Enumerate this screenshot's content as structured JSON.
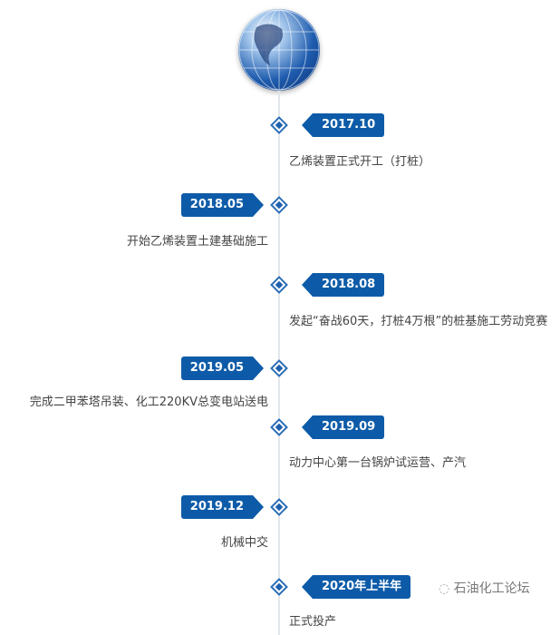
{
  "timeline": [
    {
      "date": "2017.10",
      "text": "乙烯装置正式开工（打桩）",
      "side": "right"
    },
    {
      "date": "2018.05",
      "text": "开始乙烯装置土建基础施工",
      "side": "left"
    },
    {
      "date": "2018.08",
      "text": "发起“奋战60天，打桩4万根”的桩基施工劳动竞赛",
      "side": "right"
    },
    {
      "date": "2019.05",
      "text": "完成二甲苯塔吊装、化工220KV总变电站送电",
      "side": "left"
    },
    {
      "date": "2019.09",
      "text": "动力中心第一台锅炉试运营、产汽",
      "side": "right"
    },
    {
      "date": "2019.12",
      "text": "机械中交",
      "side": "left"
    },
    {
      "date": "2020年上半年",
      "text": "正式投产",
      "side": "right"
    }
  ],
  "watermark": {
    "icon": "wechat-icon",
    "text": "石油化工论坛"
  },
  "colors": {
    "accent": "#0d5ba8"
  }
}
